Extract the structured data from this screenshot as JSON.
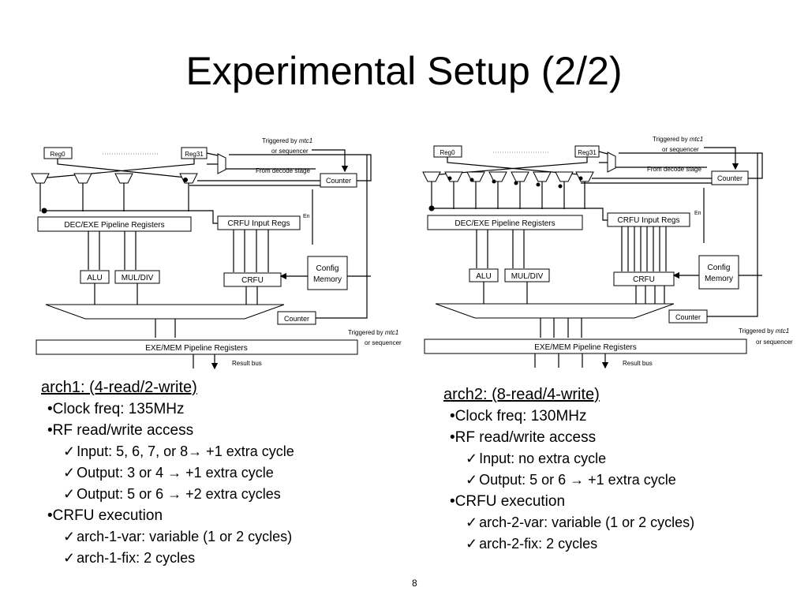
{
  "title": "Experimental Setup (2/2)",
  "diagram1": {
    "reg_first": "Reg0",
    "reg_last": "Reg31",
    "trig_top_1": "Triggered by ",
    "trig_top_mtc": "mtc1",
    "trig_top_2": "or sequencer",
    "from_decode": "From decode stage",
    "counter_top": "Counter",
    "en": "En",
    "dec_exe": "DEC/EXE Pipeline Registers",
    "crfu_input": "CRFU Input Regs",
    "alu": "ALU",
    "muldiv": "MUL/DIV",
    "crfu": "CRFU",
    "config_1": "Config",
    "config_2": "Memory",
    "counter_bottom": "Counter",
    "trig_bot_1": "Triggered by ",
    "trig_bot_mtc": "mtc1",
    "trig_bot_2": "or sequencer",
    "exe_mem": "EXE/MEM Pipeline Registers",
    "result_bus": "Result bus"
  },
  "diagram2": {
    "reg_first": "Reg0",
    "reg_last": "Reg31",
    "trig_top_1": "Triggered by ",
    "trig_top_mtc": "mtc1",
    "trig_top_2": "or sequencer",
    "from_decode": "From decode stage",
    "counter_top": "Counter",
    "en": "En",
    "dec_exe": "DEC/EXE Pipeline Registers",
    "crfu_input": "CRFU Input Regs",
    "alu": "ALU",
    "muldiv": "MUL/DIV",
    "crfu": "CRFU",
    "config_1": "Config",
    "config_2": "Memory",
    "counter_bottom": "Counter",
    "trig_bot_1": "Triggered by ",
    "trig_bot_mtc": "mtc1",
    "trig_bot_2": "or sequencer",
    "exe_mem": "EXE/MEM Pipeline Registers",
    "result_bus": "Result bus"
  },
  "arch1": {
    "heading": "arch1: (4-read/2-write)",
    "clock": "Clock freq: 135MHz",
    "rf": "RF read/write access",
    "rf_items": [
      "Input: 5, 6, 7, or 8→ +1 extra cycle",
      "Output: 3 or 4 → +1 extra cycle",
      "Output: 5 or 6 → +2 extra cycles"
    ],
    "crfu": "CRFU execution",
    "crfu_items": [
      "arch-1-var: variable (1 or 2 cycles)",
      "arch-1-fix: 2 cycles"
    ]
  },
  "arch2": {
    "heading": "arch2: (8-read/4-write)",
    "clock": "Clock freq: 130MHz",
    "rf": "RF read/write access",
    "rf_items": [
      "Input: no extra cycle",
      "Output: 5 or 6 → +1 extra cycle"
    ],
    "crfu": "CRFU execution",
    "crfu_items": [
      "arch-2-var: variable (1 or 2 cycles)",
      "arch-2-fix: 2 cycles"
    ]
  },
  "page_number": "8"
}
